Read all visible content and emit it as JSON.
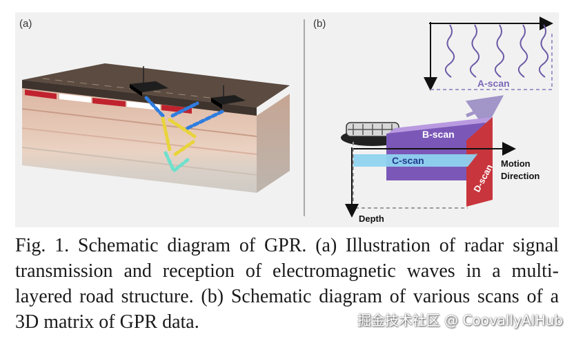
{
  "figure": {
    "panel_a_label": "(a)",
    "panel_b_label": "(b)",
    "labels": {
      "a_scan": "A-scan",
      "b_scan": "B-scan",
      "c_scan": "C-scan",
      "d_scan": "D-scan",
      "motion_line1": "Motion",
      "motion_line2": "Direction",
      "depth": "Depth"
    },
    "colors": {
      "b_scan": "#7b58b8",
      "c_scan": "#8fd3ef",
      "d_scan": "#c8353c",
      "a_scan_box": "#a295c8",
      "road_red": "#c0232e",
      "wave_blue": "#2f7ddf",
      "wave_yellow": "#e8d43a",
      "wave_cyan": "#6fe0cc"
    }
  },
  "caption": "Fig. 1. Schematic diagram of GPR. (a) Illustration of radar signal transmission and reception of electromagnetic waves in a multi-layered road structure. (b) Schematic diagram of various scans of a 3D matrix of GPR data.",
  "watermark": "掘金技术社区 @ CoovallyAIHub"
}
